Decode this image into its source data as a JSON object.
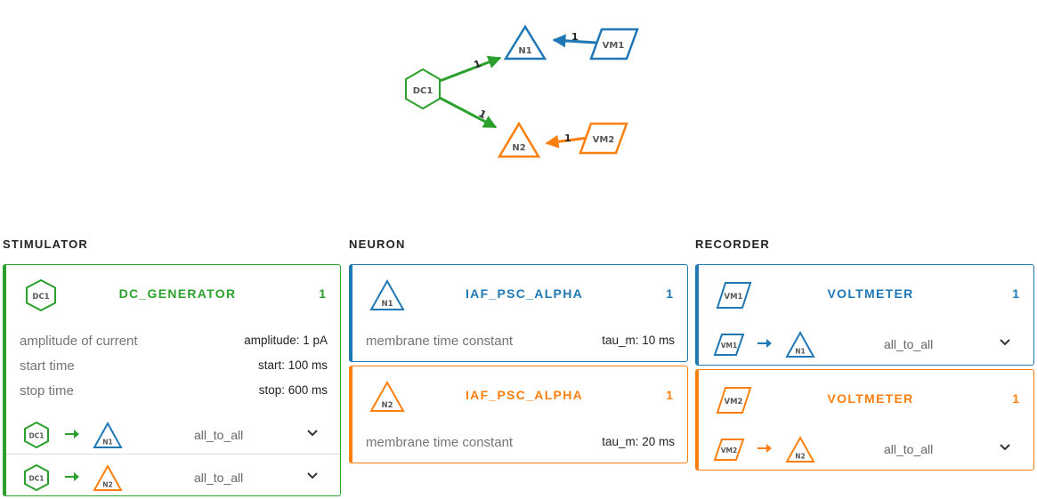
{
  "graph": {
    "nodes": [
      {
        "id": "DC1",
        "label": "DC1",
        "shape": "hexagon",
        "color": "#2ca02c"
      },
      {
        "id": "N1",
        "label": "N1",
        "shape": "triangle",
        "color": "#1f77b4"
      },
      {
        "id": "VM1",
        "label": "VM1",
        "shape": "parallelogram",
        "color": "#1f77b4"
      },
      {
        "id": "N2",
        "label": "N2",
        "shape": "triangle",
        "color": "#ff7f0e"
      },
      {
        "id": "VM2",
        "label": "VM2",
        "shape": "parallelogram",
        "color": "#ff7f0e"
      }
    ],
    "edges": [
      {
        "from": "DC1",
        "to": "N1",
        "label": "1",
        "color": "#2ca02c"
      },
      {
        "from": "DC1",
        "to": "N2",
        "label": "1",
        "color": "#2ca02c"
      },
      {
        "from": "VM1",
        "to": "N1",
        "label": "1",
        "color": "#1f77b4"
      },
      {
        "from": "VM2",
        "to": "N2",
        "label": "1",
        "color": "#ff7f0e"
      }
    ]
  },
  "columns": {
    "stimulator": "STIMULATOR",
    "neuron": "NEURON",
    "recorder": "RECORDER"
  },
  "colors": {
    "green": "#2ca02c",
    "blue": "#1f77b4",
    "orange": "#ff7f0e"
  },
  "stimulator": {
    "label": "DC1",
    "model": "DC_GENERATOR",
    "count": "1",
    "params": [
      {
        "name": "amplitude of current",
        "value": "amplitude: 1 pA"
      },
      {
        "name": "start time",
        "value": "start: 100 ms"
      },
      {
        "name": "stop time",
        "value": "stop: 600 ms"
      }
    ],
    "connections": [
      {
        "source": "DC1",
        "target": "N1",
        "rule": "all_to_all"
      },
      {
        "source": "DC1",
        "target": "N2",
        "rule": "all_to_all"
      }
    ]
  },
  "neurons": [
    {
      "label": "N1",
      "model": "IAF_PSC_ALPHA",
      "count": "1",
      "params": [
        {
          "name": "membrane time constant",
          "value": "tau_m: 10 ms"
        }
      ]
    },
    {
      "label": "N2",
      "model": "IAF_PSC_ALPHA",
      "count": "1",
      "params": [
        {
          "name": "membrane time constant",
          "value": "tau_m: 20 ms"
        }
      ]
    }
  ],
  "recorders": [
    {
      "label": "VM1",
      "model": "VOLTMETER",
      "count": "1",
      "connections": [
        {
          "source": "VM1",
          "target": "N1",
          "rule": "all_to_all"
        }
      ]
    },
    {
      "label": "VM2",
      "model": "VOLTMETER",
      "count": "1",
      "connections": [
        {
          "source": "VM2",
          "target": "N2",
          "rule": "all_to_all"
        }
      ]
    }
  ]
}
